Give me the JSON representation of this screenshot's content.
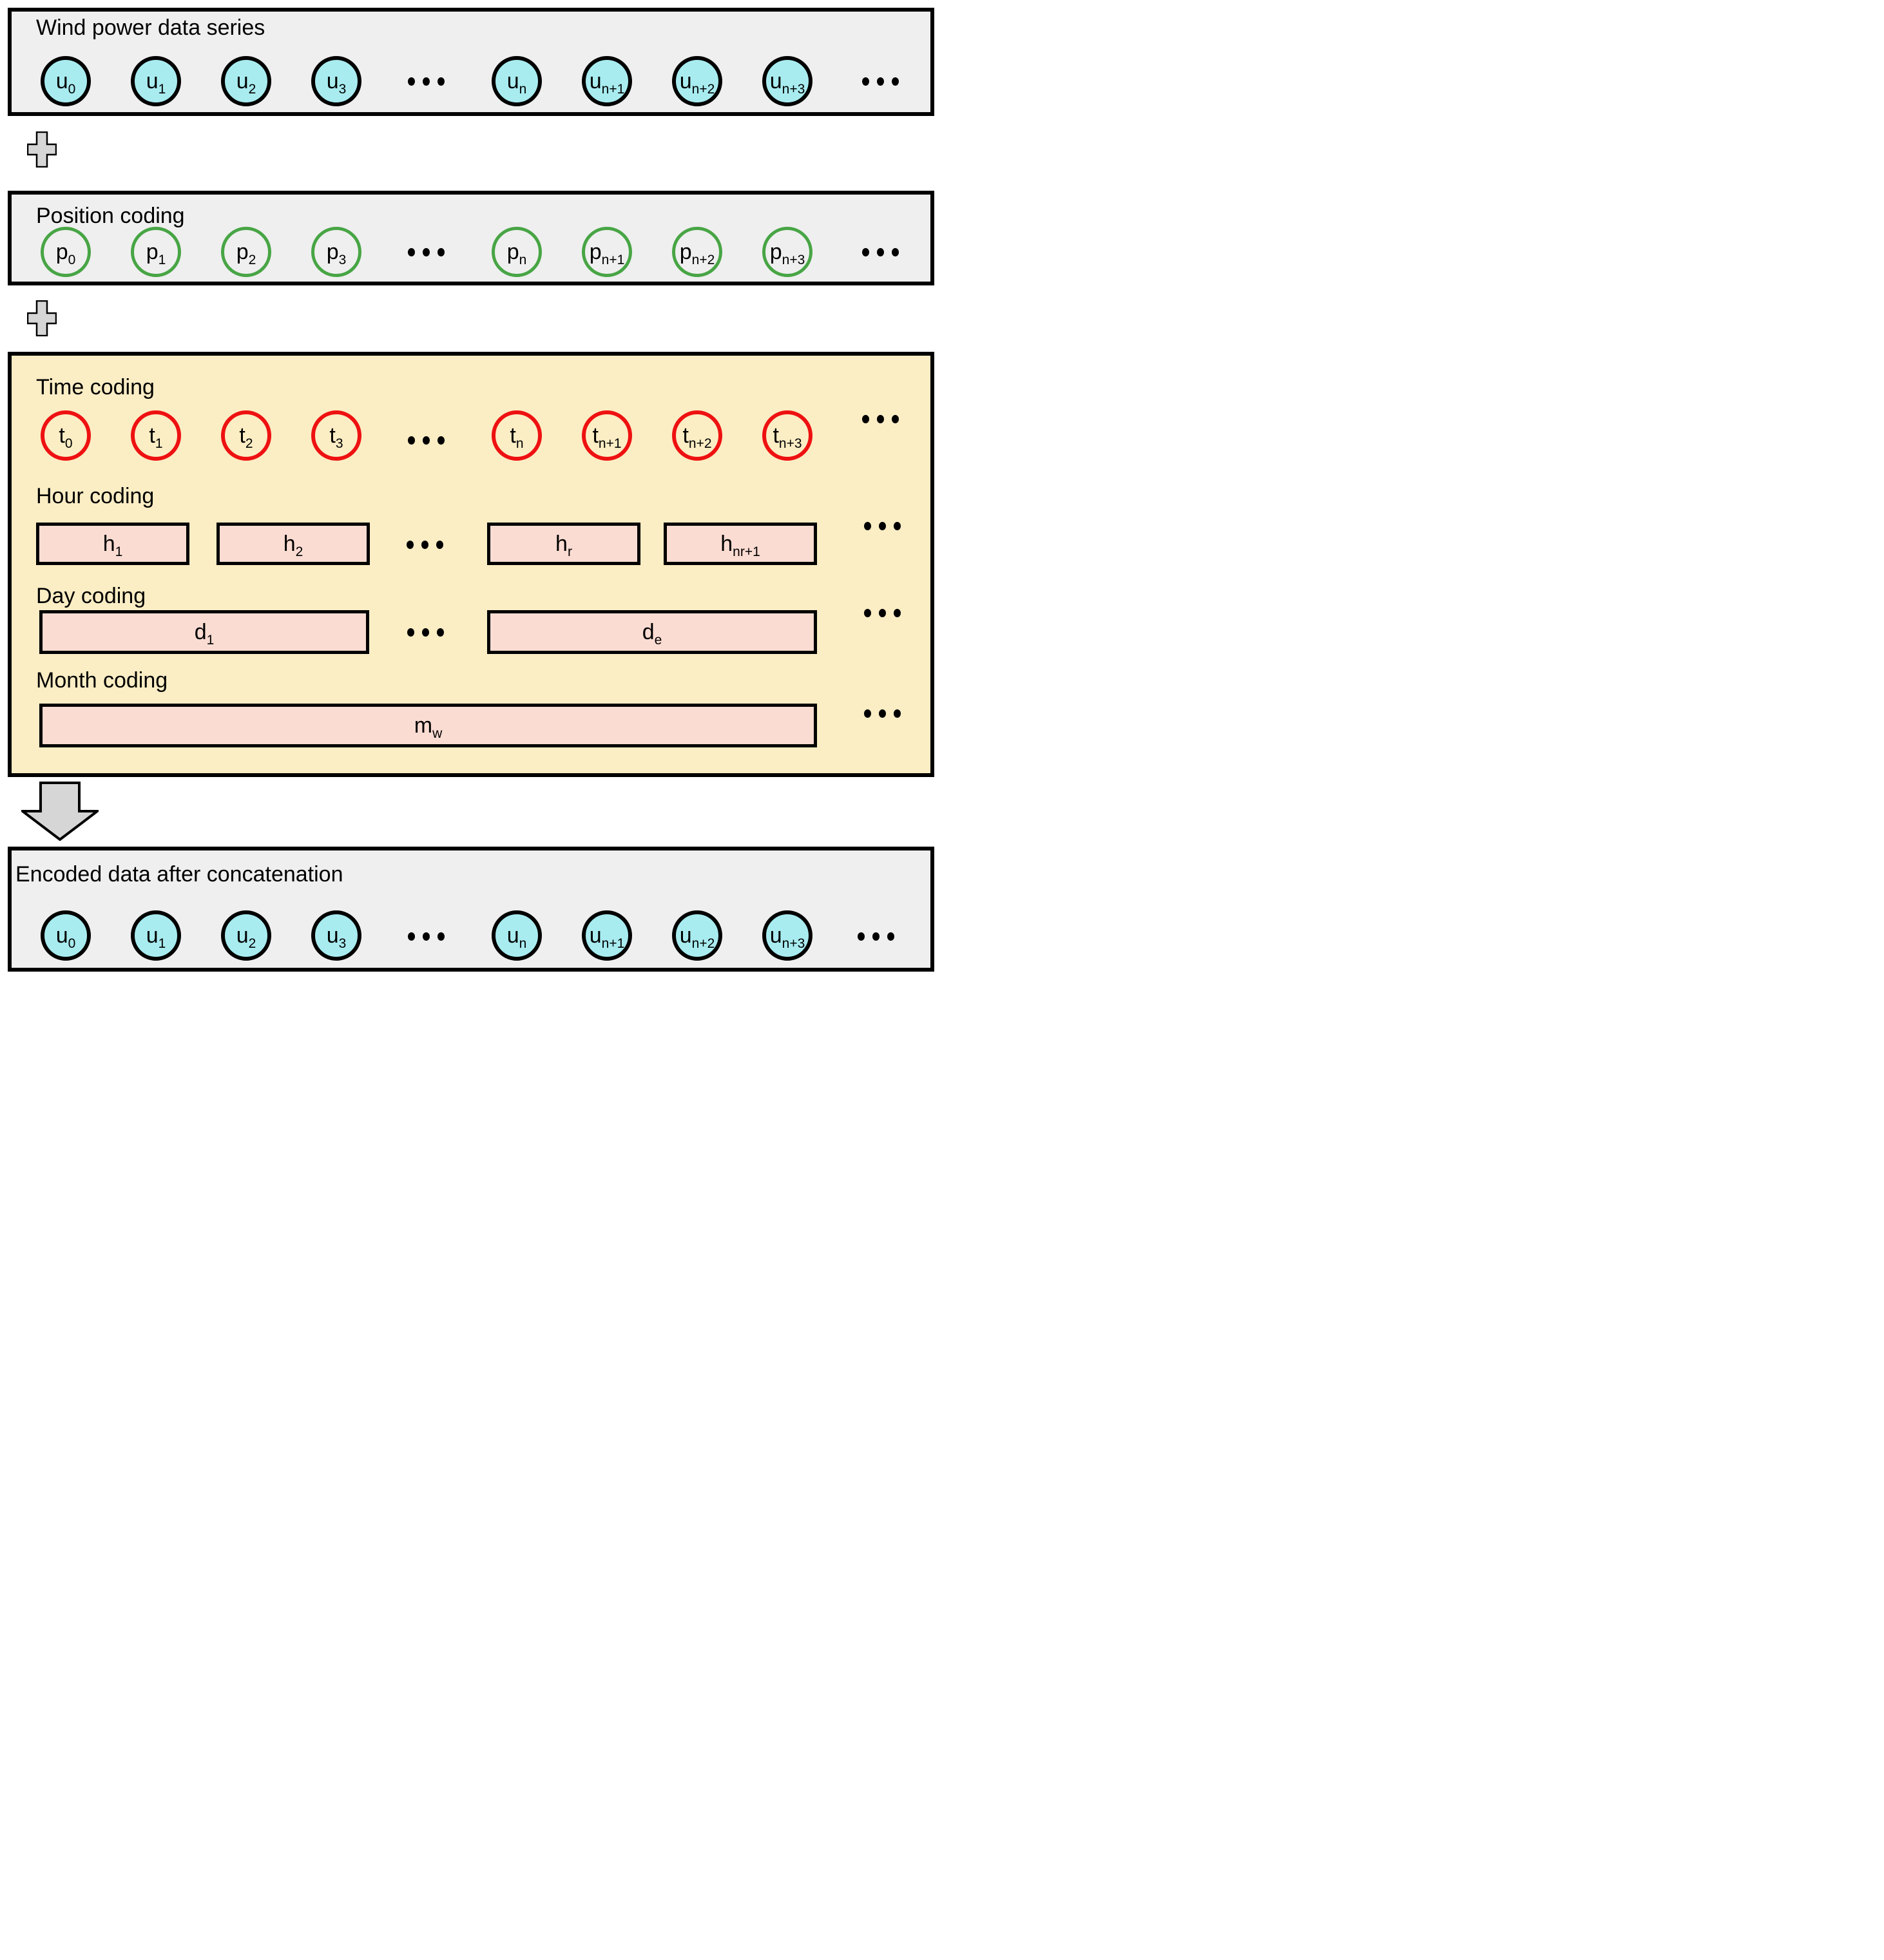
{
  "boxes": {
    "wind": {
      "title": "Wind power data series",
      "items": [
        {
          "base": "u",
          "sub": "0"
        },
        {
          "base": "u",
          "sub": "1"
        },
        {
          "base": "u",
          "sub": "2"
        },
        {
          "base": "u",
          "sub": "3"
        },
        {
          "base": "u",
          "sub": "n"
        },
        {
          "base": "u",
          "sub": "n+1"
        },
        {
          "base": "u",
          "sub": "n+2"
        },
        {
          "base": "u",
          "sub": "n+3"
        }
      ]
    },
    "position": {
      "title": "Position coding",
      "items": [
        {
          "base": "p",
          "sub": "0"
        },
        {
          "base": "p",
          "sub": "1"
        },
        {
          "base": "p",
          "sub": "2"
        },
        {
          "base": "p",
          "sub": "3"
        },
        {
          "base": "p",
          "sub": "n"
        },
        {
          "base": "p",
          "sub": "n+1"
        },
        {
          "base": "p",
          "sub": "n+2"
        },
        {
          "base": "p",
          "sub": "n+3"
        }
      ]
    },
    "time": {
      "title": "Time coding",
      "t_items": [
        {
          "base": "t",
          "sub": "0"
        },
        {
          "base": "t",
          "sub": "1"
        },
        {
          "base": "t",
          "sub": "2"
        },
        {
          "base": "t",
          "sub": "3"
        },
        {
          "base": "t",
          "sub": "n"
        },
        {
          "base": "t",
          "sub": "n+1"
        },
        {
          "base": "t",
          "sub": "n+2"
        },
        {
          "base": "t",
          "sub": "n+3"
        }
      ],
      "hour": {
        "label": "Hour coding",
        "bars": [
          {
            "base": "h",
            "sub": "1"
          },
          {
            "base": "h",
            "sub": "2"
          },
          {
            "base": "h",
            "sub": "r"
          },
          {
            "base": "h",
            "sub": "nr+1"
          }
        ]
      },
      "day": {
        "label": "Day coding",
        "bars": [
          {
            "base": "d",
            "sub": "1"
          },
          {
            "base": "d",
            "sub": "e"
          }
        ]
      },
      "month": {
        "label": "Month coding",
        "bars": [
          {
            "base": "m",
            "sub": "w"
          }
        ]
      }
    },
    "encoded": {
      "title": "Encoded data after concatenation",
      "items": [
        {
          "base": "u",
          "sub": "0"
        },
        {
          "base": "u",
          "sub": "1"
        },
        {
          "base": "u",
          "sub": "2"
        },
        {
          "base": "u",
          "sub": "3"
        },
        {
          "base": "u",
          "sub": "n"
        },
        {
          "base": "u",
          "sub": "n+1"
        },
        {
          "base": "u",
          "sub": "n+2"
        },
        {
          "base": "u",
          "sub": "n+3"
        }
      ]
    }
  },
  "connectors": [
    "plus-icon",
    "plus-icon",
    "down-arrow-icon"
  ],
  "colors": {
    "panel_gray": "#efefef",
    "panel_yellow": "#fbedc4",
    "node_cyan_fill": "#a8ecf0",
    "position_ring_green": "#48a545",
    "time_ring_red": "#ee1111",
    "bar_pink_fill": "#fbdcd2",
    "connector_gray": "#d6d6d6",
    "outline_black": "#000000"
  }
}
